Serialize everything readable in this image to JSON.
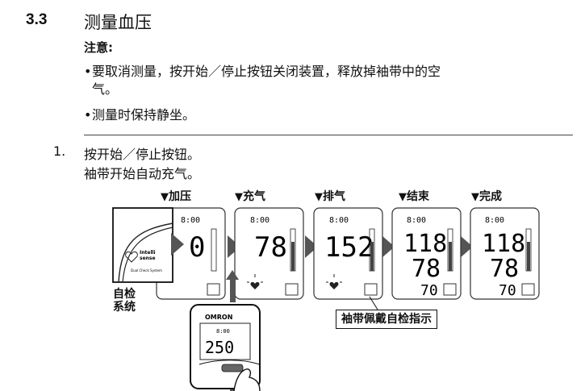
{
  "section": {
    "number": "3.3",
    "title": "测量血压"
  },
  "note": {
    "title": "注意:",
    "bullets": [
      {
        "line1": "要取消测量，按开始／停止按钮关闭装置，释放掉袖带中的空",
        "line2": "气。"
      },
      {
        "line1": "测量时保持静坐。",
        "line2": ""
      }
    ]
  },
  "step": {
    "number": "1.",
    "line1": "按开始／停止按钮。",
    "line2": "袖带开始自动充气。"
  },
  "stages": [
    {
      "label": "加压",
      "time": "8:00",
      "value": "0"
    },
    {
      "label": "充气",
      "time": "8:00",
      "value": "78"
    },
    {
      "label": "排气",
      "time": "8:00",
      "value": "152"
    },
    {
      "label": "结束",
      "time": "8:00",
      "sys": "118",
      "dia": "78",
      "pulse": "70"
    },
    {
      "label": "完成",
      "time": "8:00",
      "sys": "118",
      "dia": "78",
      "pulse": "70"
    }
  ],
  "intellisense": {
    "brand_line1": "Intelli",
    "brand_line2": "sense",
    "caption": "Dual Check System"
  },
  "self_check_label_line1": "自检",
  "self_check_label_line2": "系统",
  "callout_text": "袖带佩戴自检指示",
  "device": {
    "brand": "OMRON",
    "time": "8:00",
    "value": "250"
  },
  "colors": {
    "arrow": "#555555",
    "lcd_border": "#333333",
    "bar": "#222222"
  }
}
